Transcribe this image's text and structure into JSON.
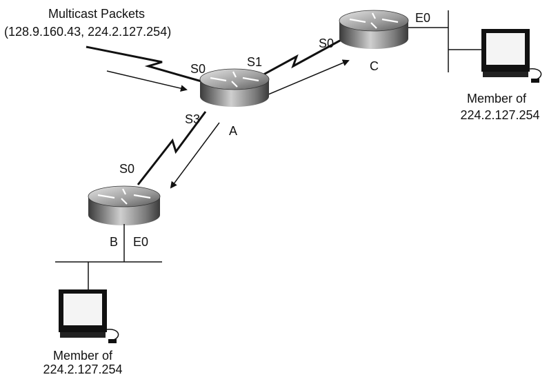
{
  "source": {
    "title": "Multicast Packets",
    "address": "(128.9.160.43, 224.2.127.254)"
  },
  "routers": {
    "a": {
      "name": "A"
    },
    "b": {
      "name": "B"
    },
    "c": {
      "name": "C"
    }
  },
  "interfaces": {
    "a_s0": "S0",
    "a_s1": "S1",
    "a_s3": "S3",
    "b_s0": "S0",
    "b_e0": "E0",
    "c_s0": "S0",
    "c_e0": "E0"
  },
  "hosts": {
    "c_member": {
      "line1": "Member of",
      "line2": "224.2.127.254"
    },
    "b_member": {
      "line1": "Member of",
      "line2": "224.2.127.254"
    }
  },
  "colors": {
    "ink": "#111111",
    "router_light": "#d4d4d4",
    "router_dark": "#4a4a4a",
    "screen": "#f4f4f4"
  },
  "icons": [
    "router-icon",
    "workstation-icon",
    "arrow-icon",
    "serial-link-icon"
  ]
}
